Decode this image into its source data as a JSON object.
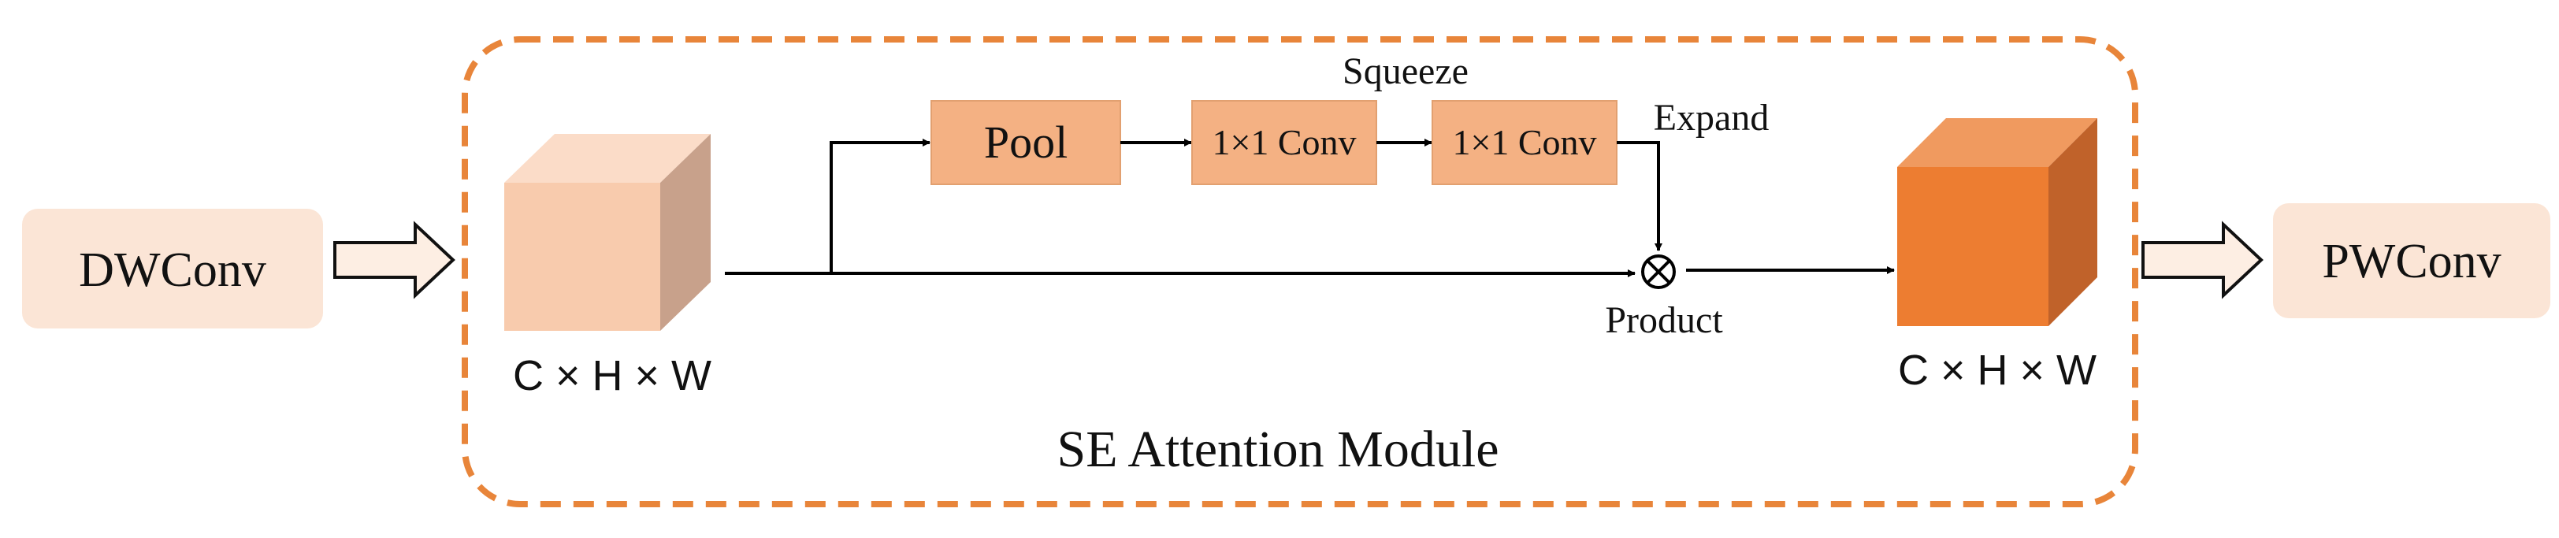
{
  "nodes": {
    "input": "DWConv",
    "output": "PWConv",
    "pool": "Pool",
    "conv1": "1×1 Conv",
    "conv2": "1×1 Conv"
  },
  "labels": {
    "squeeze": "Squeeze",
    "expand": "Expand",
    "product": "Product",
    "input_dims": "C × H × W",
    "output_dims": "C × H × W",
    "module_title": "SE Attention Module"
  },
  "colors": {
    "module_border": "#E8853A",
    "io_box": "#FBE5D6",
    "block_fill": "#F4B183",
    "input_cube_front": "#F8CBAD",
    "input_cube_top": "#FBDCC8",
    "input_cube_side": "#C8A18B",
    "output_cube_front": "#ED7D31",
    "output_cube_top": "#F09A5F",
    "output_cube_side": "#C0622A",
    "line": "#000000"
  }
}
